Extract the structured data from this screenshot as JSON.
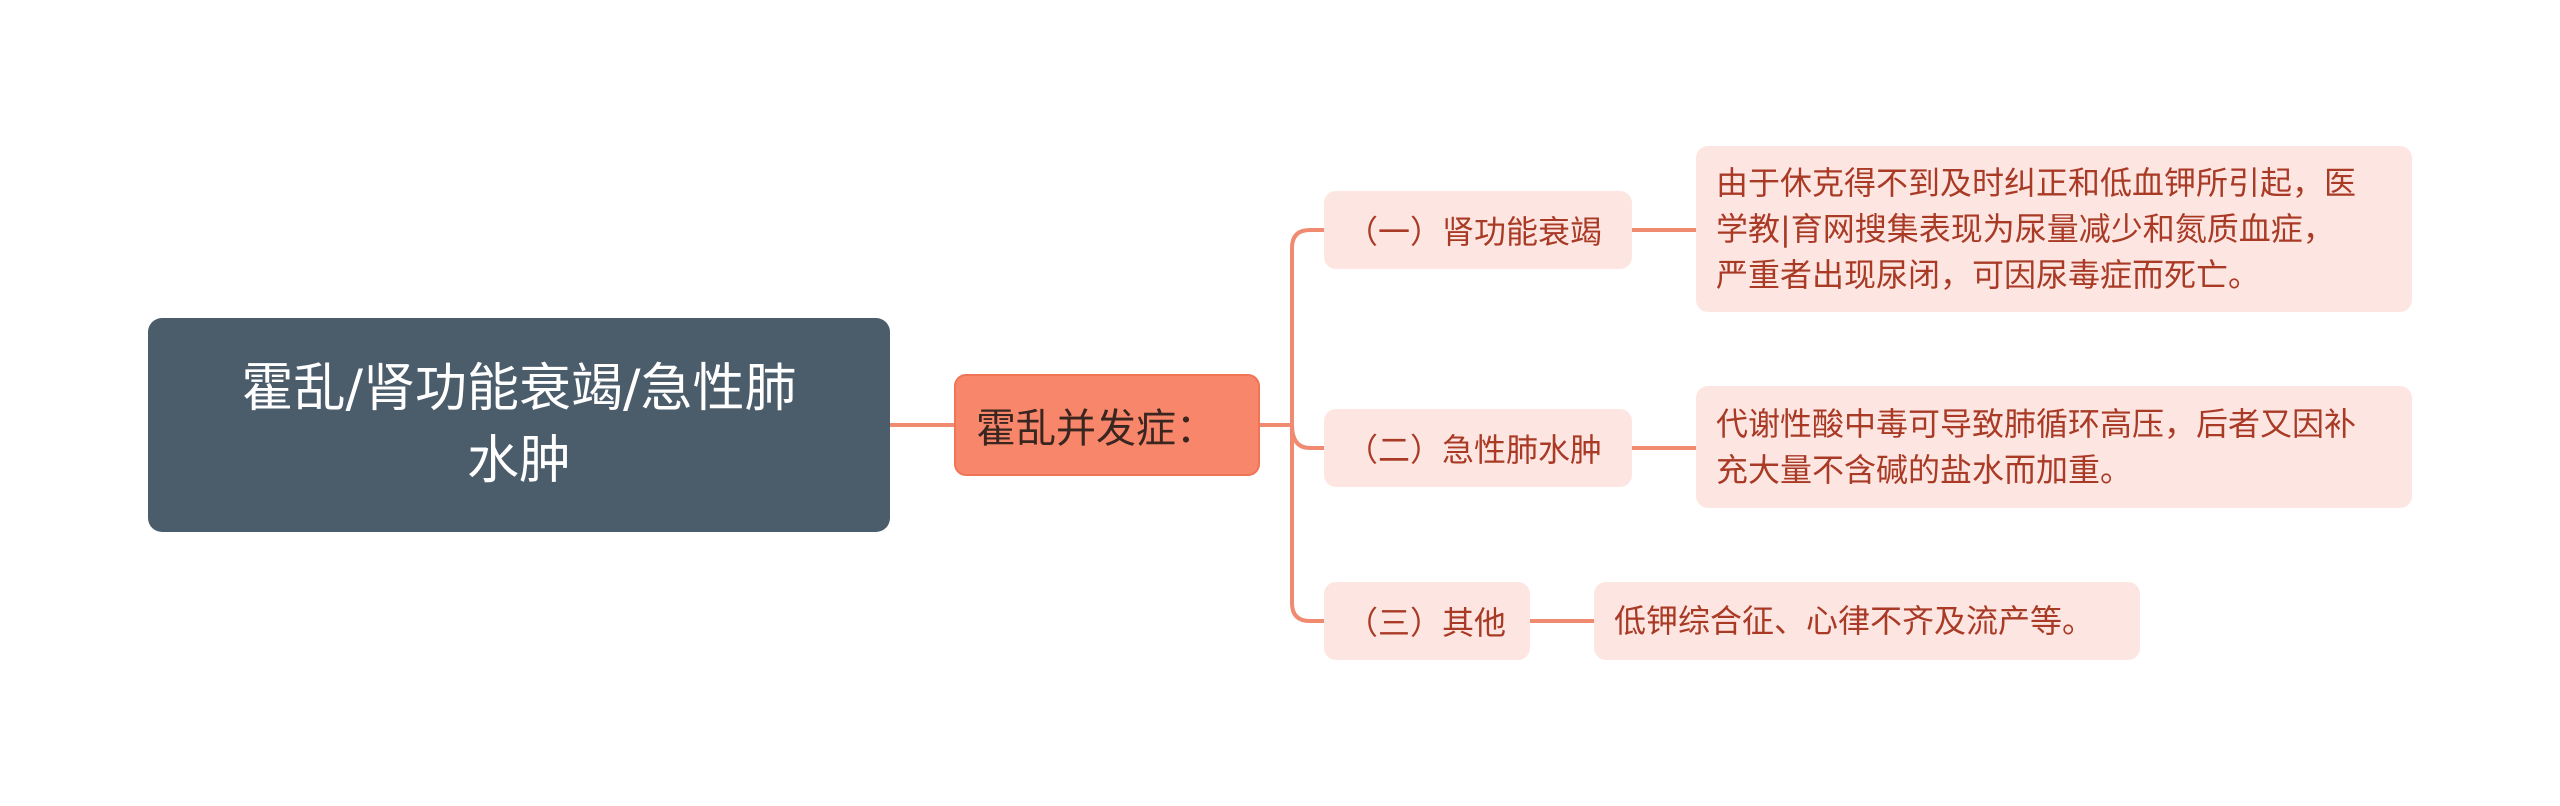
{
  "colors": {
    "root_fill": "#4b5c6b",
    "hub_fill": "#f8866a",
    "node_fill": "#fde6e1",
    "node_text": "#a93a26",
    "connector": "#f08a70"
  },
  "root": {
    "lines": [
      "霍乱/肾功能衰竭/急性肺",
      "水肿"
    ]
  },
  "hub": {
    "label": "霍乱并发症："
  },
  "branches": [
    {
      "label": "（一）肾功能衰竭",
      "detail": [
        "由于休克得不到及时纠正和低血钾所引起，医",
        "学教|育网搜集表现为尿量减少和氮质血症，",
        "严重者出现尿闭，可因尿毒症而死亡。"
      ]
    },
    {
      "label": "（二）急性肺水肿",
      "detail": [
        "代谢性酸中毒可导致肺循环高压，后者又因补",
        "充大量不含碱的盐水而加重。"
      ]
    },
    {
      "label": "（三）其他",
      "detail": [
        "低钾综合征、心律不齐及流产等。"
      ]
    }
  ]
}
